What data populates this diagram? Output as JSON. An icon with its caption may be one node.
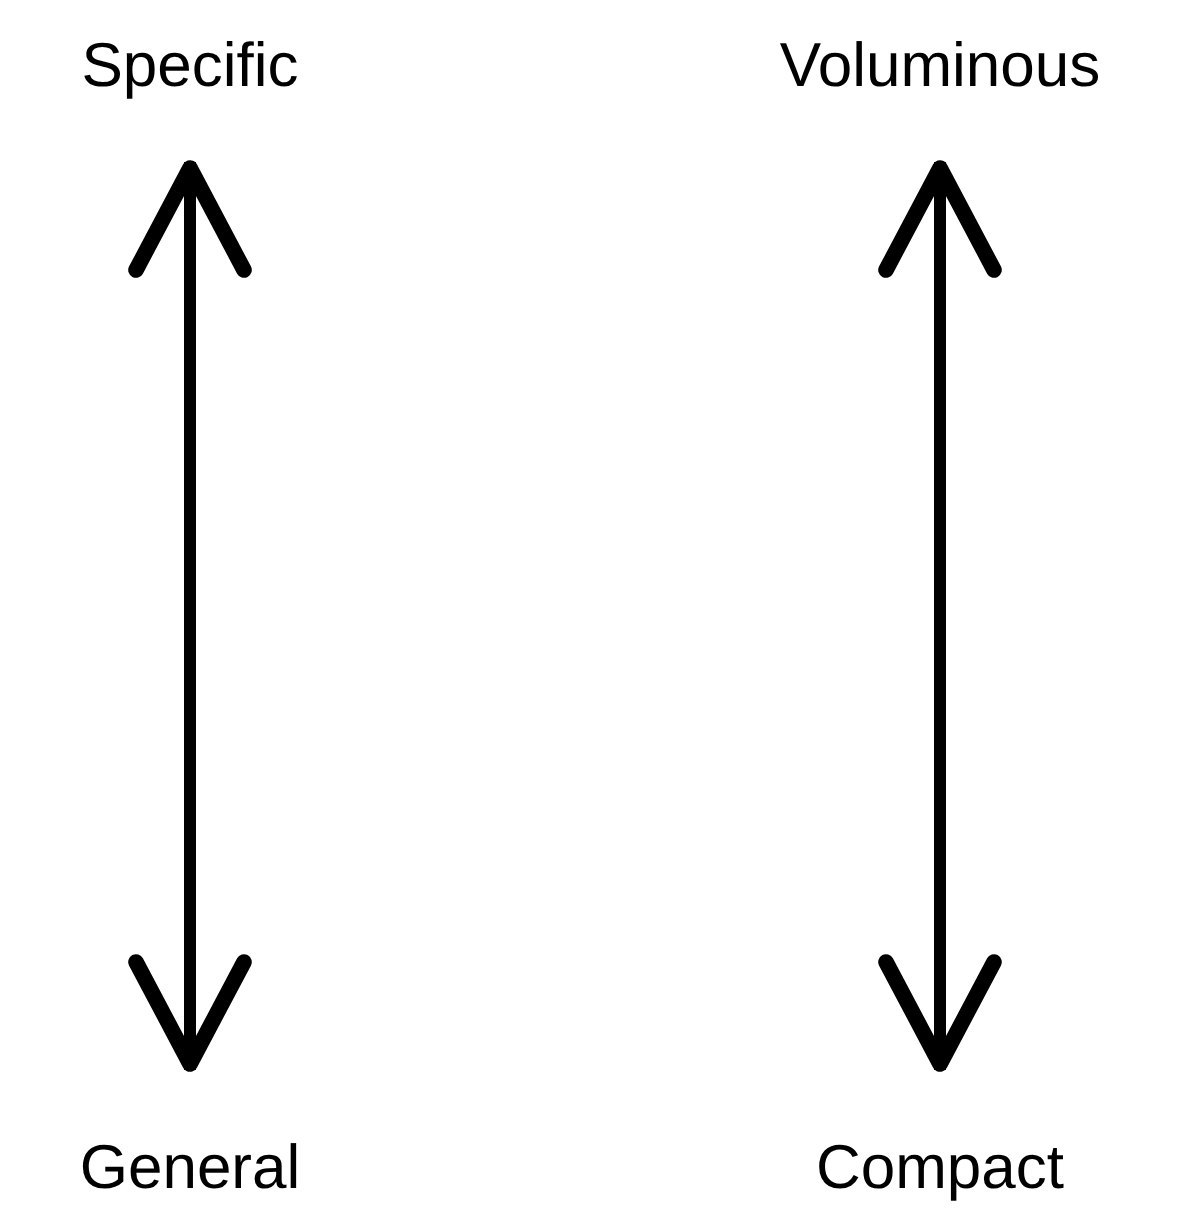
{
  "diagram": {
    "nodes": [
      {
        "text": [
          "Specific"
        ]
      },
      {
        "text": [
          "Voluminous"
        ]
      },
      {
        "text": [
          "General"
        ]
      },
      {
        "text": [
          "Compact"
        ]
      }
    ],
    "edges": [
      {
        "from": 0,
        "to": 2,
        "arrow": "both"
      },
      {
        "from": 1,
        "to": 3,
        "arrow": "both"
      }
    ]
  }
}
